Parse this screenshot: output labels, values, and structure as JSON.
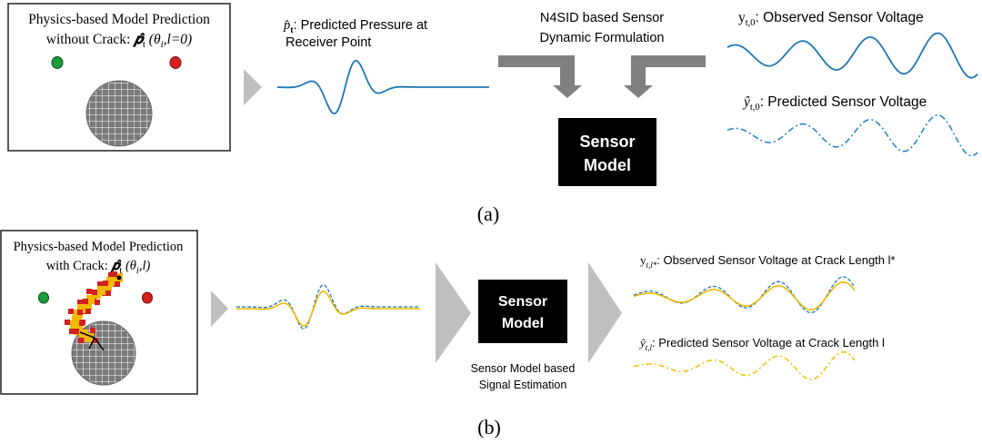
{
  "colors": {
    "observed": "#1f77b4",
    "predicted_blue": "#2e86c1",
    "predicted_yellow": "#f0b800",
    "green_dot": "#1a9e3a",
    "red_dot": "#d62020",
    "sensor_box": "#000000",
    "arrow_gray": "#bfbfbf",
    "feed_arrow": "#808080",
    "crack_yellow": "#f5b800",
    "crack_red": "#d42020"
  },
  "icons": [
    "circular-grid-defect",
    "green-source-dot",
    "red-receiver-dot",
    "crack-path"
  ],
  "panel_a": {
    "model_box": {
      "line1": "Physics-based  Model Prediction",
      "line2_prefix": "without  Crack: ",
      "line2_symbol": "𝒑̂",
      "line2_sub": "t",
      "line2_args": " (θ",
      "line2_args_sub": "i",
      "line2_tail": ",l=0)"
    },
    "pressure_label": {
      "symbol": "p̂",
      "sub": "t",
      "text1": ": Predicted Pressure at",
      "text2": "Receiver Point"
    },
    "n4sid_label": {
      "line1": "N4SID based Sensor",
      "line2": "Dynamic Formulation"
    },
    "sensor_model": {
      "line1": "Sensor",
      "line2": "Model"
    },
    "observed_label": {
      "symbol": "y",
      "sub": "t,0",
      "text": ": Observed Sensor Voltage"
    },
    "predicted_label": {
      "symbol": "ŷ",
      "sub": "t,0",
      "text": ": Predicted Sensor Voltage"
    },
    "caption": "(a)"
  },
  "panel_b": {
    "model_box": {
      "line1": "Physics-based  Model Prediction",
      "line2_prefix": "with Crack: ",
      "line2_symbol": "𝒑̂",
      "line2_sub": "t",
      "line2_args": " (θ",
      "line2_args_sub": "i",
      "line2_tail": ",l)"
    },
    "sensor_model": {
      "line1": "Sensor",
      "line2": "Model"
    },
    "estimation_label": {
      "line1": "Sensor Model based",
      "line2": "Signal Estimation"
    },
    "observed_label": {
      "symbol": "y",
      "sub": "t,l*",
      "text": ": Observed Sensor Voltage at Crack Length l*"
    },
    "predicted_label": {
      "symbol": "ŷ",
      "sub": "t,l",
      "text": ": Predicted Sensor Voltage at Crack Length l"
    },
    "caption": "(b)"
  }
}
